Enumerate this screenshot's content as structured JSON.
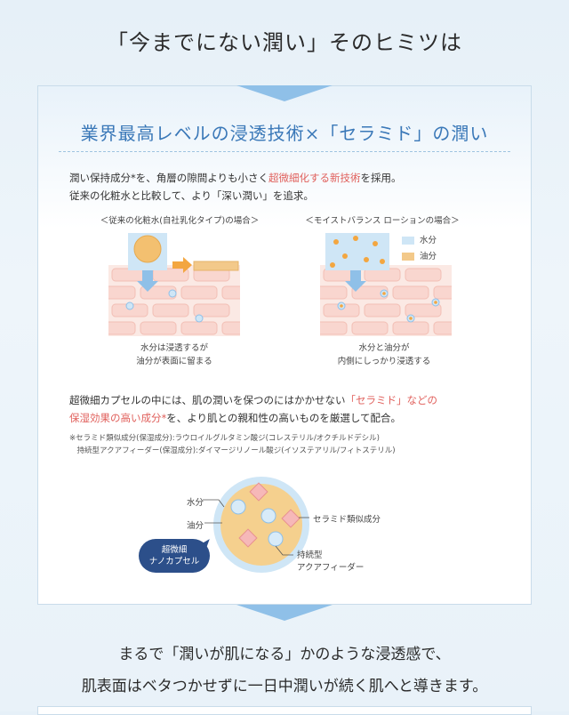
{
  "header": {
    "title": "「今までにない潤い」そのヒミツは"
  },
  "card": {
    "title": "業界最高レベルの浸透技術×「セラミド」の潤い",
    "para1": {
      "line1_a": "潤い保持成分*を、角層の隙間よりも小さく",
      "line1_hl": "超微細化する新技術",
      "line1_b": "を採用。",
      "line2": "従来の化粧水と比較して、より「深い潤い」を追求。"
    },
    "diagram_left": {
      "label": "＜従来の化粧水(自社乳化タイプ)の場合＞",
      "caption1": "水分は浸透するが",
      "caption2": "油分が表面に留まる"
    },
    "diagram_right": {
      "label": "＜モイストバランス ローションの場合＞",
      "caption1": "水分と油分が",
      "caption2": "内側にしっかり浸透する"
    },
    "legend": {
      "water": "水分",
      "oil": "油分"
    },
    "para2": {
      "line1_a": "超微細カプセルの中には、肌の潤いを保つのにはかかせない",
      "line1_hl": "「セラミド」などの",
      "line2_hl": "保湿効果の高い成分*",
      "line2_b": "を、より肌との親和性の高いものを厳選して配合。"
    },
    "note": {
      "line1": "※セラミド類似成分(保湿成分):ラウロイルグルタミン酸ジ(コレステリル/オクチルドデシル)",
      "line2": "　持続型アクアフィーダー(保湿成分):ダイマージリノール酸ジ(イソステアリル/フィトステリル)"
    },
    "capsule": {
      "water": "水分",
      "oil": "油分",
      "ceramide": "セラミド類似成分",
      "feeder1": "持続型",
      "feeder2": "アクアフィーダー",
      "bubble1": "超微細",
      "bubble2": "ナノカプセル"
    }
  },
  "footer": {
    "line1": "まるで「潤いが肌になる」かのような浸透感で、",
    "line2": "肌表面はベタつかせずに一日中潤いが続く肌へと導きます。"
  },
  "colors": {
    "accent_blue": "#3a78b8",
    "highlight": "#e0605c",
    "water": "#cfe6f6",
    "oil": "#f3c98a"
  }
}
